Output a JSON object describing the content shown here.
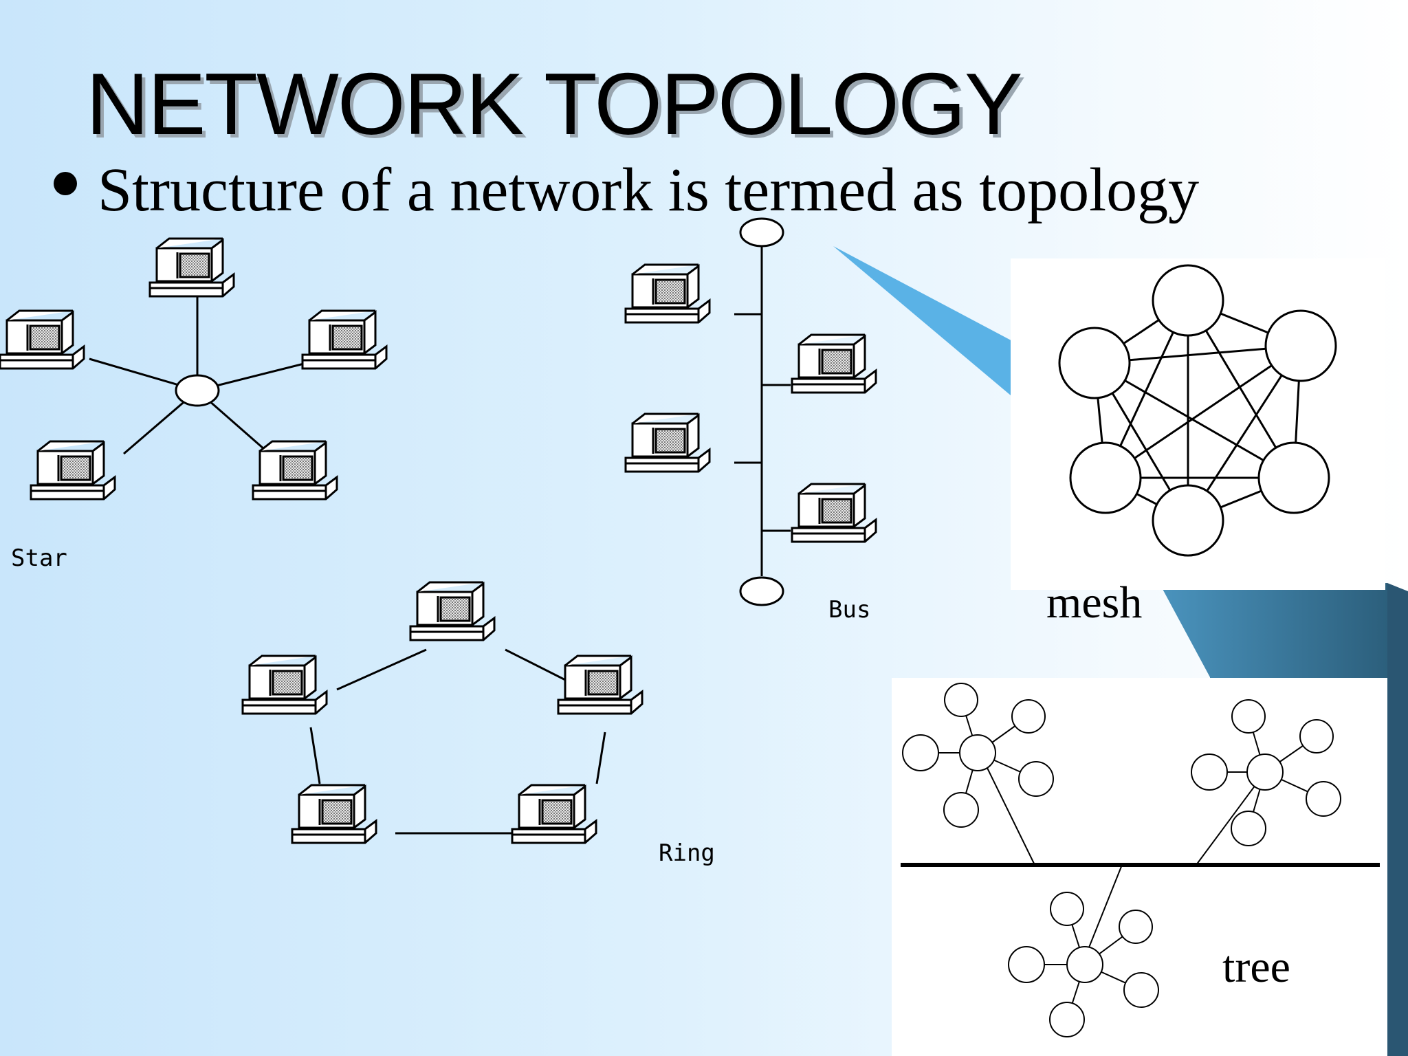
{
  "slide": {
    "title": "NETWORK TOPOLOGY",
    "bullet": "Structure  of a network is termed as topology"
  },
  "diagrams": {
    "star_label": "Star",
    "bus_label": "Bus",
    "ring_label": "Ring",
    "mesh_label": "mesh",
    "tree_label": "tree"
  },
  "colors": {
    "background_left": "#c9e6fb",
    "background_right": "#ffffff",
    "accent_dark": "#2f6a8a",
    "accent_light": "#5ab2e6"
  }
}
